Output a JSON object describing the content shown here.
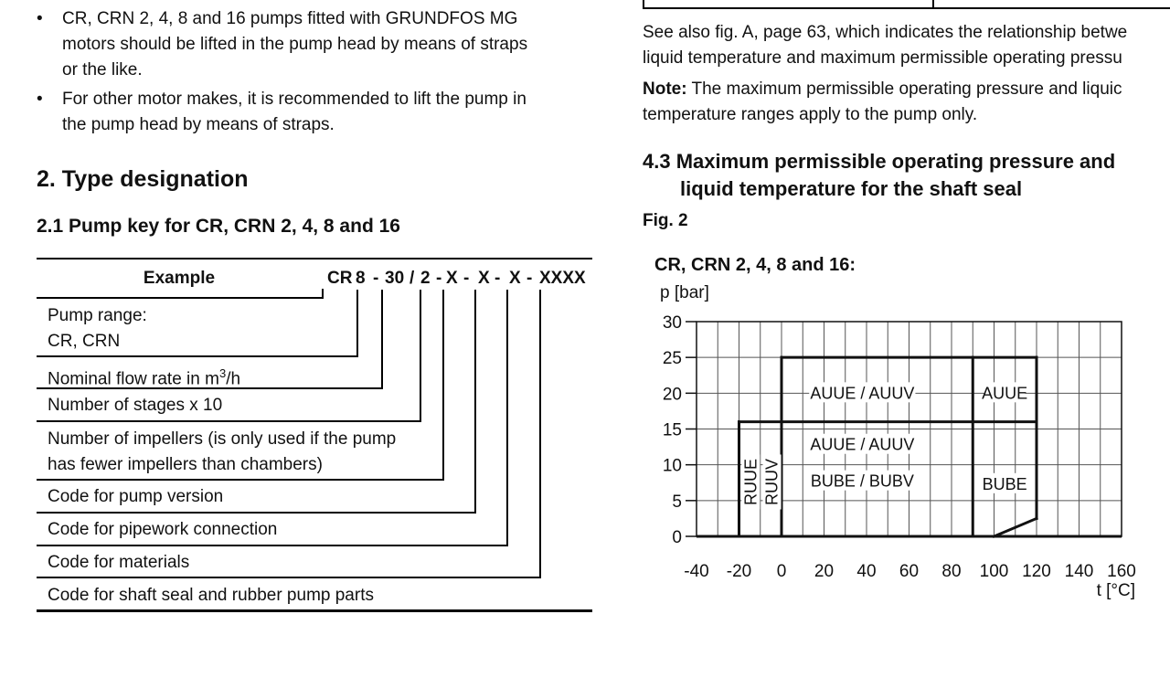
{
  "left": {
    "bullets": [
      {
        "lines": [
          "CR, CRN 2, 4, 8 and 16 pumps fitted with GRUNDFOS MG",
          "motors should be lifted in the pump head by means of straps",
          "or the like."
        ]
      },
      {
        "lines": [
          "For other motor makes, it is recommended to lift the pump in",
          "the pump head by means of straps."
        ]
      }
    ],
    "section_title": "2. Type designation",
    "subsection_title": "2.1 Pump key for CR, CRN 2, 4, 8 and 16",
    "pump_key": {
      "example_label": "Example",
      "code_parts": [
        "CR",
        "8",
        "-",
        "30",
        "/",
        "2",
        "-",
        "X",
        "-",
        "X",
        "-",
        "X",
        "-",
        "XXXX"
      ],
      "rows": [
        {
          "lines": [
            "Pump range:",
            "CR, CRN"
          ]
        },
        {
          "text": "Nominal flow rate in m",
          "sup": "3",
          "suffix": "/h"
        },
        {
          "lines": [
            "Number of stages x 10"
          ]
        },
        {
          "lines": [
            "Number of impellers (is only used if the pump",
            "has fewer impellers than chambers)"
          ]
        },
        {
          "lines": [
            "Code for pump version"
          ]
        },
        {
          "lines": [
            "Code for pipework connection"
          ]
        },
        {
          "lines": [
            "Code for materials"
          ]
        },
        {
          "lines": [
            "Code for shaft seal and rubber pump parts"
          ]
        }
      ]
    }
  },
  "right": {
    "para1": [
      "See also fig. A, page 63, which indicates the relationship betwe",
      "liquid temperature and maximum permissible operating pressu"
    ],
    "note_label": "Note:",
    "note_lines": [
      " The maximum permissible operating pressure and liquic",
      "temperature ranges apply to the pump only."
    ],
    "section_title_lines": [
      "4.3 Maximum permissible operating pressure and",
      "liquid temperature for the shaft seal"
    ],
    "figure_label": "Fig. 2"
  },
  "chart_data": {
    "type": "area",
    "title": "CR, CRN 2, 4, 8 and 16:",
    "ylabel": "p [bar]",
    "xlabel": "t [°C]",
    "xlim": [
      -40,
      160
    ],
    "ylim": [
      0,
      30
    ],
    "x_ticks": [
      -40,
      -20,
      0,
      20,
      40,
      60,
      80,
      100,
      120,
      140,
      160
    ],
    "y_ticks": [
      0,
      5,
      10,
      15,
      20,
      25,
      30
    ],
    "grid": true,
    "regions": [
      {
        "label": "RUUE",
        "x": [
          -20,
          0
        ],
        "y": [
          0,
          16
        ],
        "label_rotated": true
      },
      {
        "label": "RUUV",
        "x": [
          -20,
          0
        ],
        "y": [
          0,
          16
        ],
        "label_rotated": true
      },
      {
        "label": "AUUE / AUUV",
        "x": [
          0,
          90
        ],
        "y": [
          16,
          25
        ]
      },
      {
        "label": "AUUE",
        "x": [
          90,
          120
        ],
        "y": [
          16,
          25
        ]
      },
      {
        "label": "AUUE / AUUV",
        "x": [
          0,
          90
        ],
        "y": [
          0,
          16
        ]
      },
      {
        "label": "BUBE / BUBV",
        "x": [
          0,
          90
        ],
        "y": [
          0,
          16
        ]
      },
      {
        "label": "BUBE",
        "x": [
          90,
          120
        ],
        "y": [
          0,
          16
        ]
      }
    ],
    "label_positions": [
      {
        "label": "AUUE / AUUV",
        "x": 38,
        "y": 20
      },
      {
        "label": "AUUE",
        "x": 105,
        "y": 20
      },
      {
        "label": "AUUE / AUUV",
        "x": 38,
        "y": 12.8
      },
      {
        "label": "BUBE / BUBV",
        "x": 38,
        "y": 7.7
      },
      {
        "label": "BUBE",
        "x": 105,
        "y": 7.3
      },
      {
        "label": "RUUE",
        "x": -14.5,
        "y": 7.6
      },
      {
        "label": "RUUV",
        "x": -4.5,
        "y": 7.6
      }
    ],
    "boundary": [
      {
        "from": [
          -20,
          0
        ],
        "to": [
          -20,
          16
        ]
      },
      {
        "from": [
          -20,
          16
        ],
        "to": [
          120,
          16
        ]
      },
      {
        "from": [
          0,
          0
        ],
        "to": [
          0,
          25
        ]
      },
      {
        "from": [
          0,
          25
        ],
        "to": [
          120,
          25
        ]
      },
      {
        "from": [
          90,
          0
        ],
        "to": [
          90,
          25
        ]
      },
      {
        "from": [
          120,
          25
        ],
        "to": [
          120,
          2.5
        ]
      },
      {
        "from": [
          120,
          2.5
        ],
        "to": [
          100,
          0
        ]
      }
    ]
  }
}
